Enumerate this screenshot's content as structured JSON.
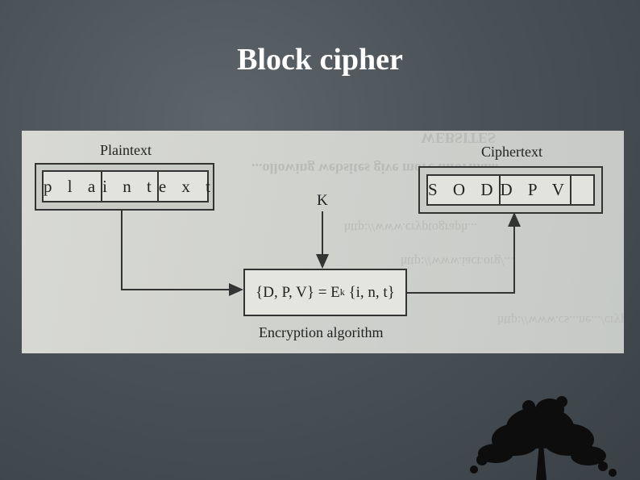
{
  "slide": {
    "title": "Block cipher"
  },
  "diagram": {
    "plaintext": {
      "label": "Plaintext",
      "blocks": [
        "p l a",
        "i n t",
        "e x t"
      ]
    },
    "ciphertext": {
      "label": "Ciphertext",
      "blocks": [
        "S O D",
        "D P V",
        ""
      ]
    },
    "key_label": "K",
    "algorithm": {
      "formula_left": "{D, P, V} = E",
      "formula_sub": "k",
      "formula_right": " {i, n, t}",
      "label": "Encryption algorithm"
    }
  },
  "background_text": [
    "WEBSITES",
    "...ollowing websites give more informa...",
    "http://www.cryptograph...",
    "http://www.iacr.org/...",
    "http://www.cs...ne.../crypto..."
  ],
  "colors": {
    "slide_bg": "#4a5258",
    "title": "#ffffff",
    "paper": "#d4d5d1",
    "ink": "#222222"
  }
}
